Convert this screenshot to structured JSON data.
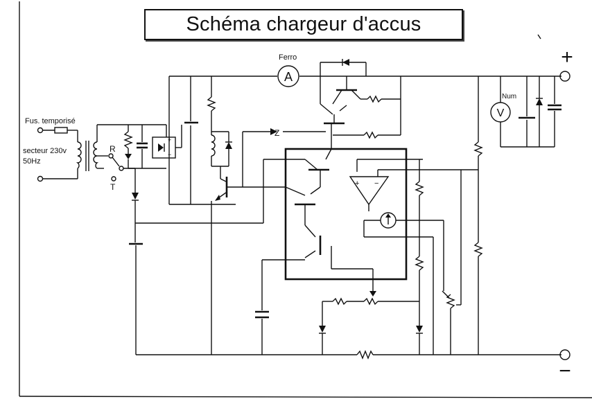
{
  "title": "Schéma chargeur d'accus",
  "labels": {
    "fuse": "Fus. temporisé",
    "mains": "secteur 230v",
    "frequency": "50Hz",
    "switch_r": "R",
    "switch_t": "T",
    "ammeter_name": "Ferro",
    "ammeter_symbol": "A",
    "voltmeter_name": "Num",
    "voltmeter_symbol": "V",
    "zener_tag": "Z",
    "plus_terminal": "+",
    "minus_terminal": "−",
    "bridge_plus": "+",
    "bridge_minus": "−",
    "opamp_plus": "+",
    "opamp_minus": "−"
  }
}
